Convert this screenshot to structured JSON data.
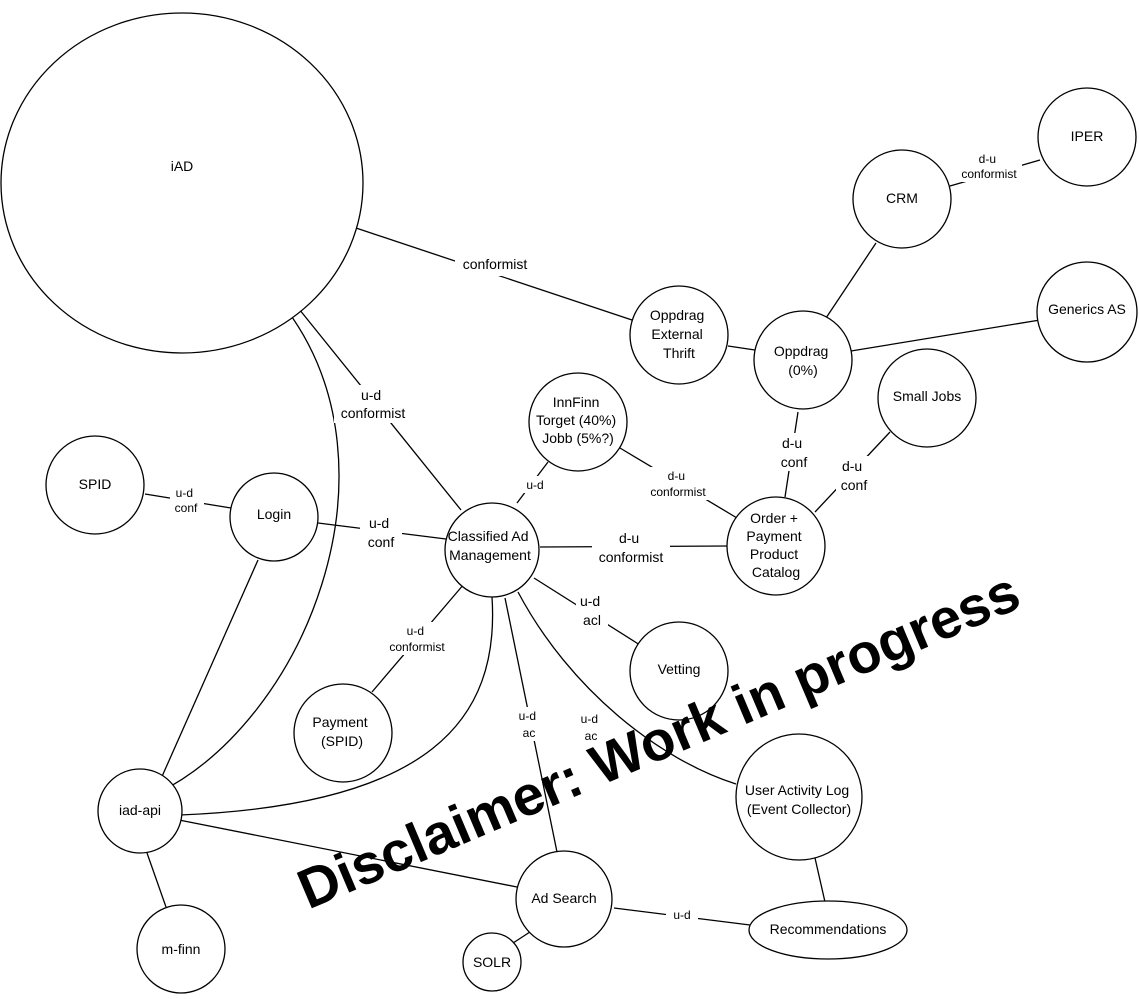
{
  "colors": {
    "stroke": "#000000",
    "node_fill": "#ffffff",
    "watermark": "#f07373"
  },
  "nodes": {
    "iad": {
      "lines": [
        "iAD"
      ]
    },
    "iper": {
      "lines": [
        "IPER"
      ]
    },
    "crm": {
      "lines": [
        "CRM"
      ]
    },
    "generics": {
      "lines": [
        "Generics AS"
      ]
    },
    "ext_thrift": {
      "lines": [
        "Oppdrag",
        "External",
        "Thrift"
      ]
    },
    "oppdrag": {
      "lines": [
        "Oppdrag",
        "(0%)"
      ]
    },
    "small_jobs": {
      "lines": [
        "Small Jobs"
      ]
    },
    "innfinn": {
      "lines": [
        "InnFinn",
        "Torget (40%)",
        "Jobb (5%?)"
      ]
    },
    "spid": {
      "lines": [
        "SPID"
      ]
    },
    "login": {
      "lines": [
        "Login"
      ]
    },
    "cam": {
      "lines": [
        "Classified Ad",
        "Management"
      ]
    },
    "order": {
      "lines": [
        "Order +",
        "Payment",
        "Product",
        "Catalog"
      ]
    },
    "vetting": {
      "lines": [
        "Vetting"
      ]
    },
    "payment": {
      "lines": [
        "Payment",
        "(SPID)"
      ]
    },
    "ual": {
      "lines": [
        "User Activity Log",
        "(Event Collector)"
      ]
    },
    "iad_api": {
      "lines": [
        "iad-api"
      ]
    },
    "ad_search": {
      "lines": [
        "Ad Search"
      ]
    },
    "recommendations": {
      "lines": [
        "Recommendations"
      ]
    },
    "m_finn": {
      "lines": [
        "m-finn"
      ]
    },
    "solr": {
      "lines": [
        "SOLR"
      ]
    }
  },
  "edges": {
    "iad_thrift": {
      "lines": [
        "conformist"
      ]
    },
    "iad_cam": {
      "lines": [
        "u-d",
        "conformist"
      ]
    },
    "crm_iper": {
      "lines": [
        "d-u",
        "conformist"
      ]
    },
    "spid_login": {
      "lines": [
        "u-d",
        "conf"
      ]
    },
    "login_cam": {
      "lines": [
        "u-d",
        "conf"
      ]
    },
    "innfinn_cam": {
      "lines": [
        "u-d"
      ]
    },
    "innfinn_order": {
      "lines": [
        "d-u",
        "conformist"
      ]
    },
    "oppdrag_order": {
      "lines": [
        "d-u",
        "conf"
      ]
    },
    "smalljobs_order": {
      "lines": [
        "d-u",
        "conf"
      ]
    },
    "cam_order": {
      "lines": [
        "d-u",
        "conformist"
      ]
    },
    "cam_vetting": {
      "lines": [
        "u-d",
        "acl"
      ]
    },
    "cam_payment": {
      "lines": [
        "u-d",
        "conformist"
      ]
    },
    "cam_adsearch": {
      "lines": [
        "u-d",
        "ac"
      ]
    },
    "cam_ual": {
      "lines": [
        "u-d",
        "ac"
      ]
    },
    "adsearch_recs": {
      "lines": [
        "u-d"
      ]
    }
  },
  "watermark": "Disclaimer: Work in progress"
}
